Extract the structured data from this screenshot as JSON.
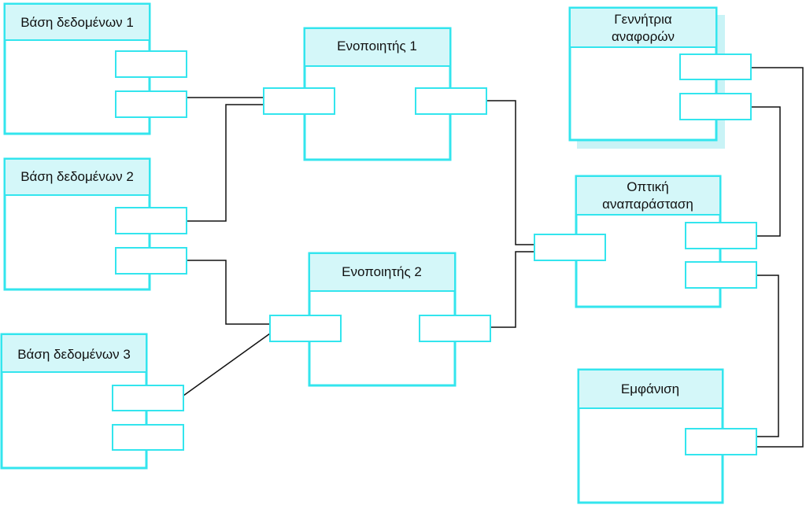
{
  "diagram": {
    "components": {
      "db1": {
        "label": "Βάση δεδομένων 1"
      },
      "db2": {
        "label": "Βάση δεδομένων 2"
      },
      "db3": {
        "label": "Βάση δεδομένων 3"
      },
      "integrator1": {
        "label": "Ενοποιητής 1"
      },
      "integrator2": {
        "label": "Ενοποιητής 2"
      },
      "report_gen": {
        "line1": "Γεννήτρια",
        "line2": "αναφορών"
      },
      "visualization": {
        "line1": "Οπτική",
        "line2": "αναπαράσταση"
      },
      "display": {
        "label": "Εμφάνιση"
      }
    }
  }
}
